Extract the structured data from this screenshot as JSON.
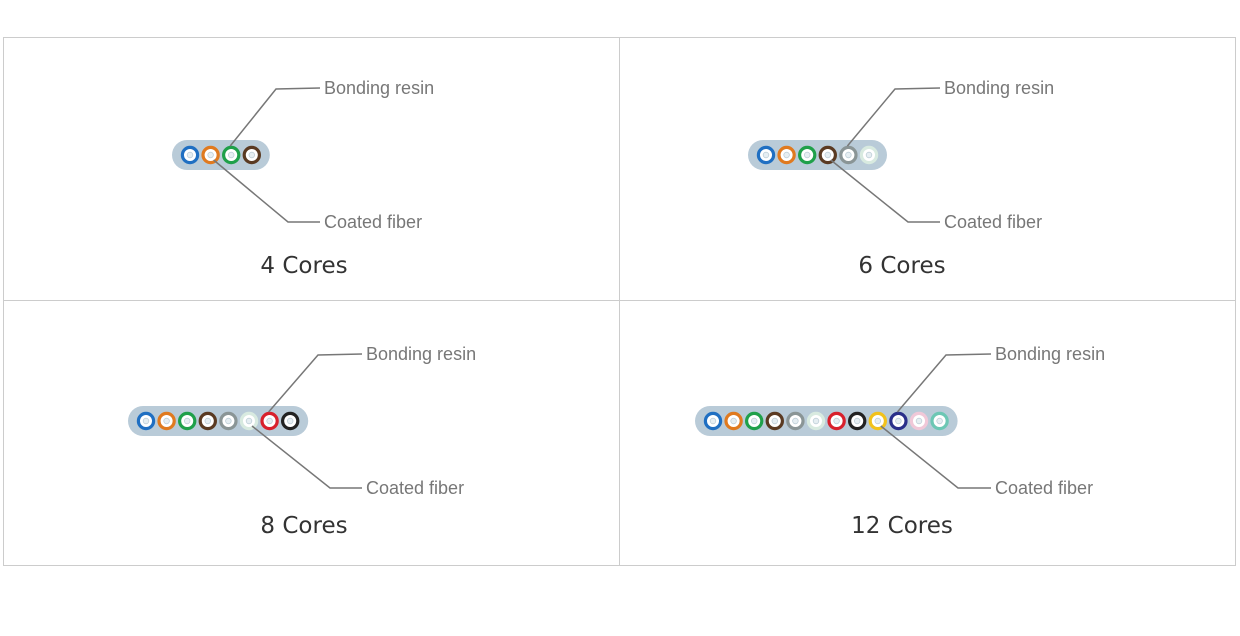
{
  "legend": {
    "bonding_resin": "Bonding resin",
    "coated_fiber": "Coated fiber"
  },
  "colors": {
    "ribbon": "#b9cbd8",
    "leader_line": "#777777",
    "border": "#cccccc"
  },
  "panels": [
    {
      "label": "4 Cores",
      "fiber_colors": [
        "#1f6fc2",
        "#e07a1f",
        "#1fa04a",
        "#5a3a22"
      ]
    },
    {
      "label": "6 Cores",
      "fiber_colors": [
        "#1f6fc2",
        "#e07a1f",
        "#1fa04a",
        "#5a3a22",
        "#8a9596",
        "#d8eae0"
      ]
    },
    {
      "label": "8 Cores",
      "fiber_colors": [
        "#1f6fc2",
        "#e07a1f",
        "#1fa04a",
        "#5a3a22",
        "#8a9596",
        "#d8eae0",
        "#d8202c",
        "#222222"
      ]
    },
    {
      "label": "12 Cores",
      "fiber_colors": [
        "#1f6fc2",
        "#e07a1f",
        "#1fa04a",
        "#5a3a22",
        "#8a9596",
        "#d8eae0",
        "#d8202c",
        "#222222",
        "#f2c21b",
        "#2a2f8a",
        "#f0c8d8",
        "#6cc7b4"
      ]
    }
  ]
}
